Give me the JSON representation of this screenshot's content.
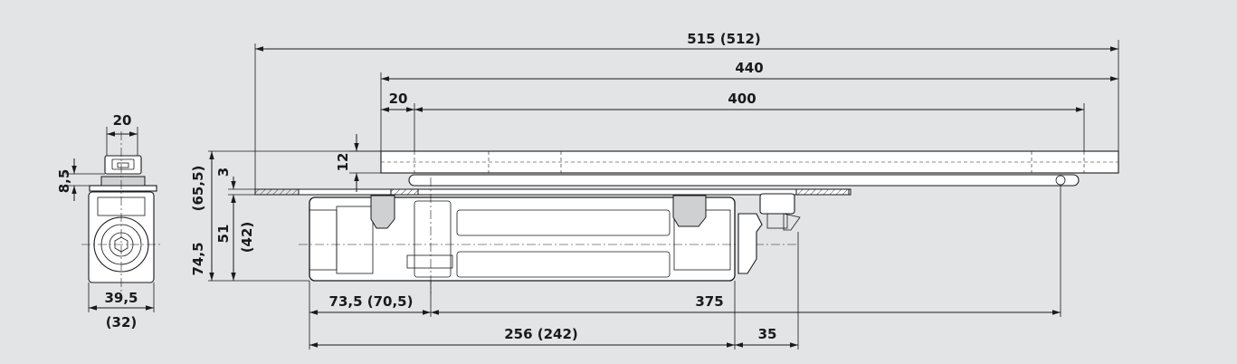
{
  "drawing": {
    "colors": {
      "background": "#e3e4e6",
      "line": "#1a1a1a",
      "part": "#ffffff",
      "shade": "#cfd0d2"
    },
    "front_view": {
      "dims": {
        "top_width": "20",
        "height_small": "8,5",
        "width": "39,5",
        "width_alt": "(32)"
      }
    },
    "side_view": {
      "dims": {
        "total_length": "515  (512)",
        "rail_length": "440",
        "slide_offset": "20",
        "slide_travel": "400",
        "rail_height": "12",
        "plate_thickness": "3",
        "total_height": "74,5",
        "total_height_alt": "(65,5)",
        "body_height": "51",
        "body_height_alt": "(42)",
        "axis_offset": "73,5 (70,5)",
        "arm_reach": "375",
        "body_length": "256 (242)",
        "bracket_width": "35"
      }
    }
  }
}
